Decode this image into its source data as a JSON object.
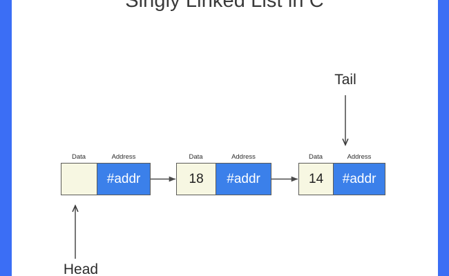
{
  "page": {
    "title": "Singly Linked List in C",
    "background_color": "#ffffff"
  },
  "decoration": {
    "sidebar_color": "#3b6ef5",
    "left_bar_name": "left-accent-bar",
    "right_bar_name": "right-accent-bar"
  },
  "colors": {
    "accent_blue": "#3b6ef5",
    "cell_address_blue": "#3b80ea",
    "cell_data_cream": "#f7f7e2",
    "border_gray": "#5a5a57",
    "text_dark": "#2b2b2b",
    "arrow_gray": "#4a4a4a"
  },
  "diagram": {
    "captions": {
      "data": "Data",
      "address": "Address"
    },
    "nodes": [
      {
        "data": "",
        "address": "#addr"
      },
      {
        "data": "18",
        "address": "#addr"
      },
      {
        "data": "14",
        "address": "#addr"
      }
    ],
    "pointers": {
      "head_label": "Head",
      "tail_label": "Tail"
    }
  }
}
